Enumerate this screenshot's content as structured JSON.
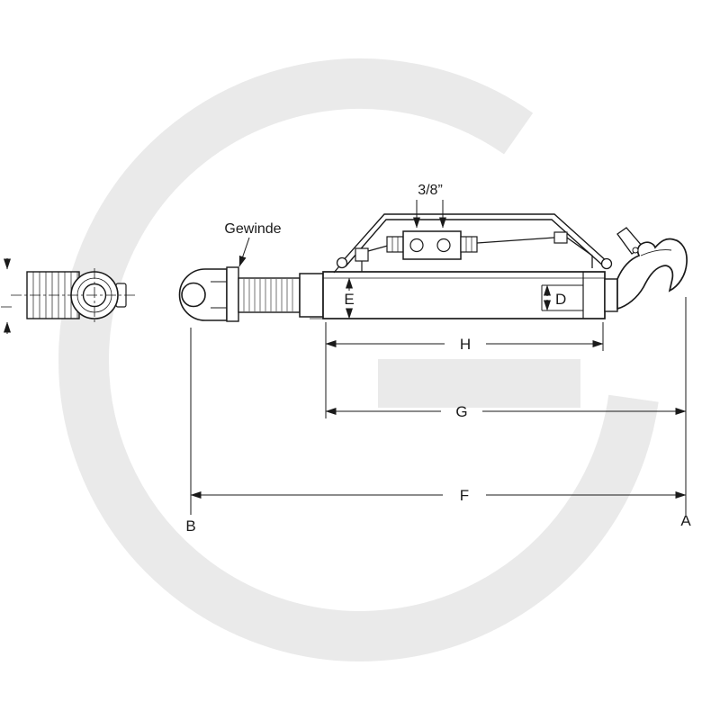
{
  "watermark": {
    "letter": "G",
    "color": "#eaeaea"
  },
  "drawing": {
    "line_color": "#1a1a1a",
    "background": "#ffffff",
    "labels": {
      "thread": "Gewinde",
      "hose_size": "3/8”",
      "dim_e": "E",
      "dim_d": "D",
      "dim_h": "H",
      "dim_g": "G",
      "dim_f": "F",
      "endpoint_b": "B",
      "endpoint_a": "A"
    }
  }
}
